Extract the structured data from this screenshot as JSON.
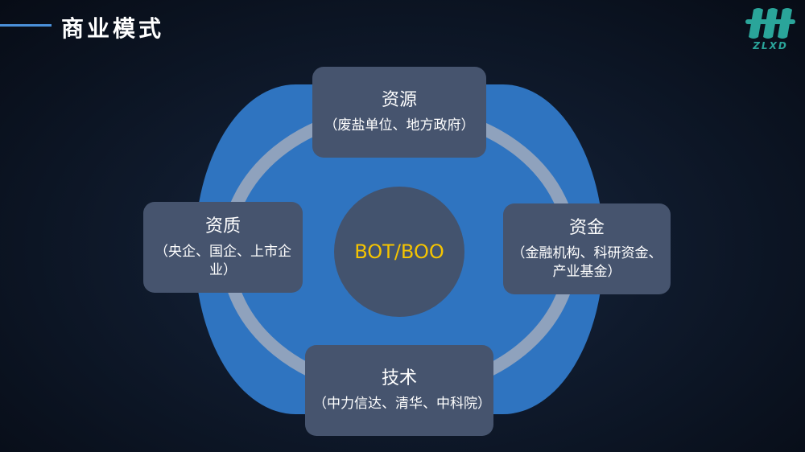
{
  "header": {
    "title": "商业模式"
  },
  "logo": {
    "text": "ZLXD",
    "color": "#2aa59a"
  },
  "diagram": {
    "center": {
      "label": "BOT/BOO",
      "color": "#f5c400"
    },
    "top": {
      "title": "资源",
      "desc": "（废盐单位、地方政府）"
    },
    "left": {
      "title": "资质",
      "desc": "（央企、国企、上市企业）"
    },
    "right": {
      "title": "资金",
      "desc": "（金融机构、科研资金、产业基金）"
    },
    "bottom": {
      "title": "技术",
      "desc": "（中力信达、清华、中科院）"
    }
  }
}
